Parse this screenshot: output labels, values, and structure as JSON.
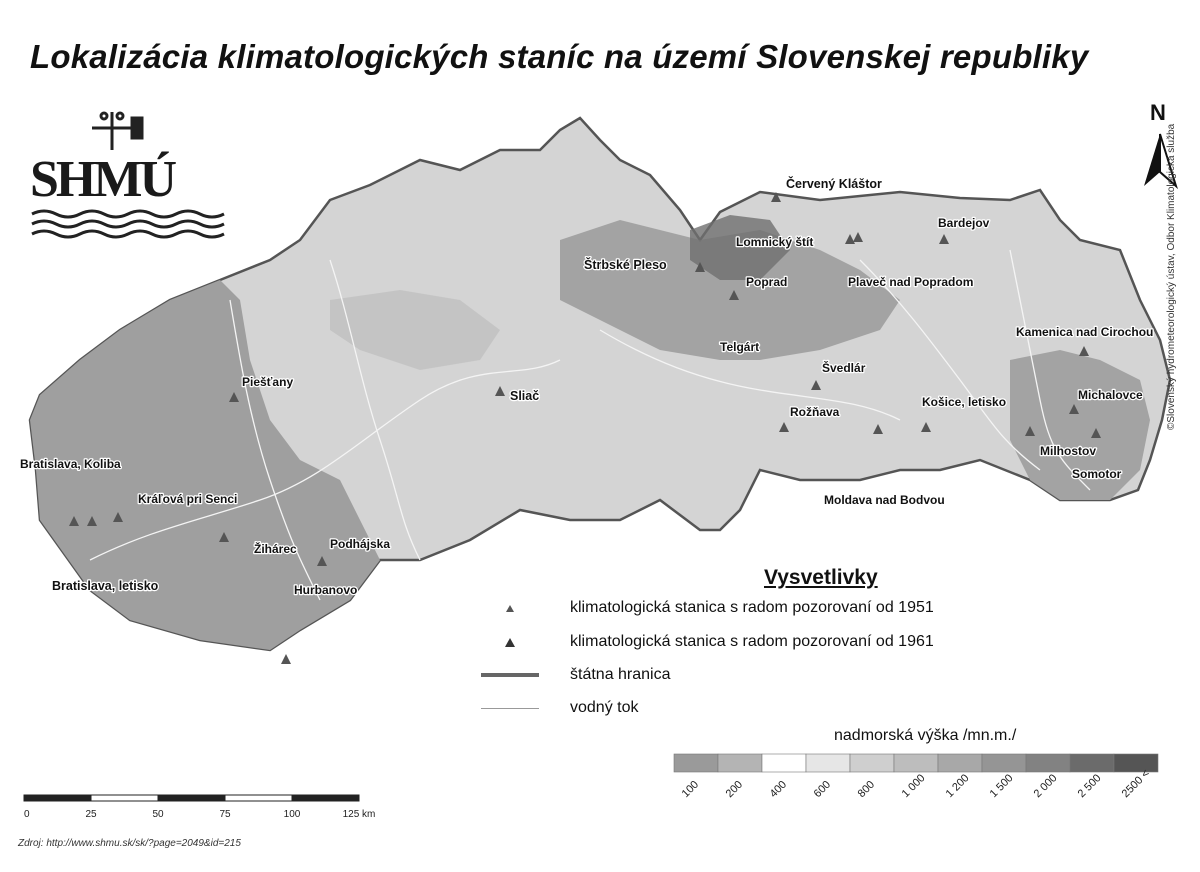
{
  "title": "Lokalizácia klimatologických staníc na území Slovenskej republiky",
  "logo": {
    "text": "SHMÚ",
    "icon": "weather-vane-icon"
  },
  "north_label": "N",
  "stations": [
    {
      "name": "Červený Kláštor"
    },
    {
      "name": "Bardejov"
    },
    {
      "name": "Lomnický štít"
    },
    {
      "name": "Štrbské Pleso"
    },
    {
      "name": "Poprad"
    },
    {
      "name": "Plaveč nad Popradom"
    },
    {
      "name": "Kamenica nad Cirochou"
    },
    {
      "name": "Telgárt"
    },
    {
      "name": "Švedlár"
    },
    {
      "name": "Michalovce"
    },
    {
      "name": "Piešťany"
    },
    {
      "name": "Sliač"
    },
    {
      "name": "Rožňava"
    },
    {
      "name": "Košice, letisko"
    },
    {
      "name": "Milhostov"
    },
    {
      "name": "Bratislava, Koliba"
    },
    {
      "name": "Moldava nad Bodvou"
    },
    {
      "name": "Somotor"
    },
    {
      "name": "Kráľová pri Senci"
    },
    {
      "name": "Žihárec"
    },
    {
      "name": "Podhájska"
    },
    {
      "name": "Bratislava, letisko"
    },
    {
      "name": "Hurbanovo"
    }
  ],
  "legend": {
    "title": "Vysvetlivky",
    "items": [
      {
        "label": "klimatologická stanica s radom pozorovaní od 1951",
        "symbol": "triangle-dark"
      },
      {
        "label": "klimatologická stanica s radom pozorovaní od 1961",
        "symbol": "triangle-light"
      },
      {
        "label": "štátna hranica",
        "symbol": "thick-line"
      },
      {
        "label": "vodný tok",
        "symbol": "thin-line"
      }
    ],
    "elevation": {
      "title": "nadmorská výška  /mn.m./",
      "ticks": [
        "100",
        "200",
        "400",
        "600",
        "800",
        "1 000",
        "1 200",
        "1 500",
        "2 000",
        "2 500",
        "2500 <"
      ],
      "colors": [
        "#9a9a9a",
        "#b4b4b4",
        "#ffffff",
        "#e6e6e6",
        "#cfcfcf",
        "#bdbdbd",
        "#a8a8a8",
        "#959595",
        "#828282",
        "#6b6b6b",
        "#555555"
      ]
    }
  },
  "scalebar": {
    "ticks": [
      "0",
      "25",
      "50",
      "75",
      "100",
      "125 km"
    ]
  },
  "source": "Zdroj: http://www.shmu.sk/sk/?page=2049&id=215",
  "copyright": "©Slovenský hydrometeorologický ústav, Odbor Klimatologická služba"
}
